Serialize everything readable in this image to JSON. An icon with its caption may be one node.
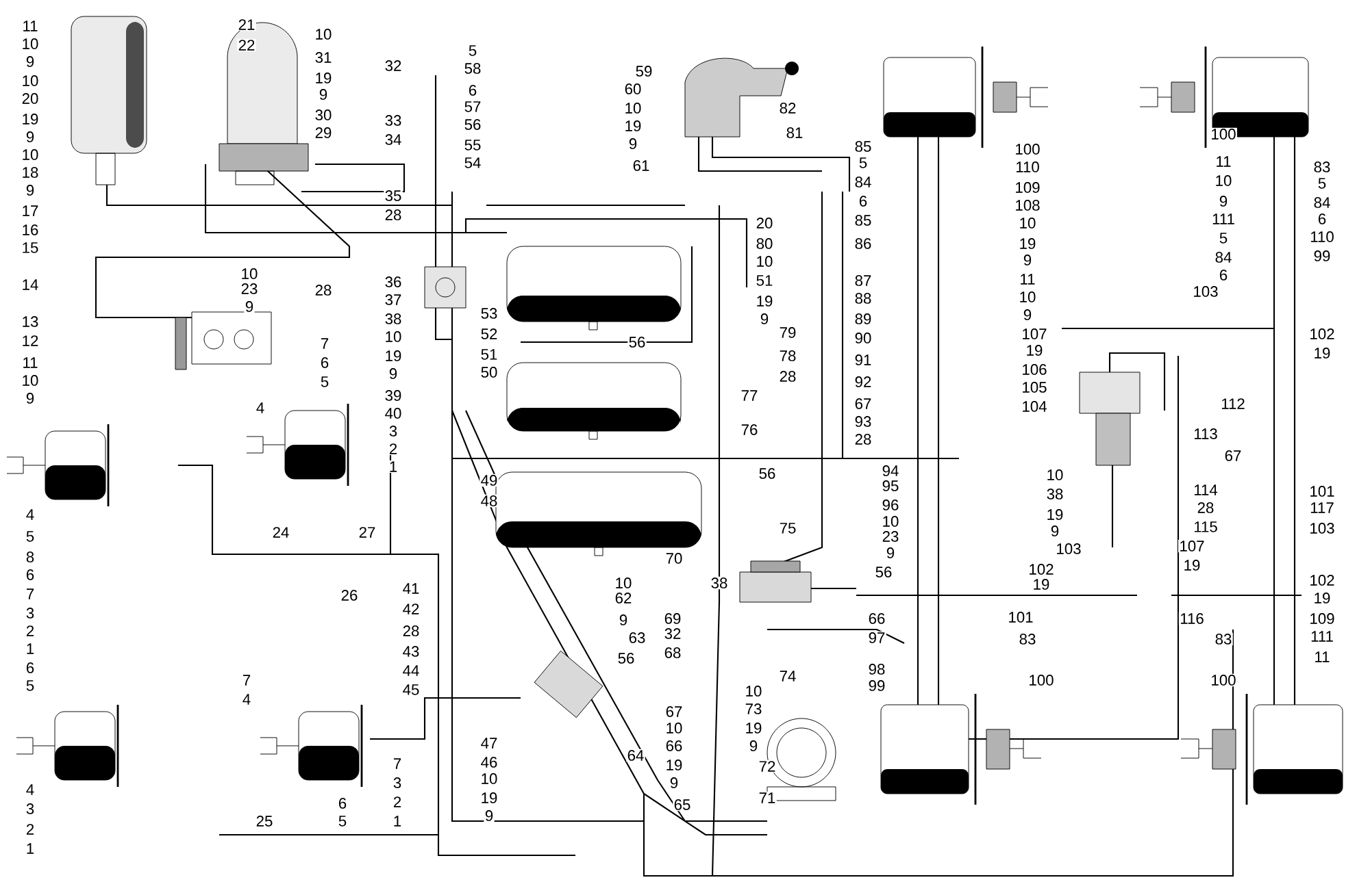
{
  "diagram": {
    "labels": [
      "11",
      "10",
      "9",
      "10",
      "20",
      "19",
      "9",
      "10",
      "18",
      "9",
      "17",
      "16",
      "15",
      "14",
      "13",
      "12",
      "11",
      "10",
      "9",
      "21",
      "22",
      "10",
      "31",
      "19",
      "9",
      "30",
      "29",
      "32",
      "33",
      "34",
      "35",
      "28",
      "36",
      "28",
      "10",
      "23",
      "9",
      "37",
      "38",
      "10",
      "19",
      "9",
      "39",
      "40",
      "3",
      "2",
      "1",
      "7",
      "6",
      "5",
      "4",
      "4",
      "5",
      "8",
      "6",
      "7",
      "3",
      "2",
      "1",
      "6",
      "5",
      "4",
      "3",
      "2",
      "1",
      "24",
      "27",
      "26",
      "41",
      "42",
      "28",
      "43",
      "44",
      "45",
      "7",
      "4",
      "7",
      "3",
      "2",
      "1",
      "6",
      "5",
      "25",
      "5",
      "58",
      "6",
      "57",
      "56",
      "55",
      "54",
      "59",
      "60",
      "10",
      "19",
      "9",
      "61",
      "82",
      "81",
      "20",
      "80",
      "10",
      "51",
      "19",
      "9",
      "53",
      "52",
      "51",
      "50",
      "56",
      "79",
      "78",
      "28",
      "77",
      "76",
      "56",
      "49",
      "48",
      "70",
      "75",
      "38",
      "10",
      "62",
      "9",
      "63",
      "69",
      "32",
      "68",
      "56",
      "67",
      "10",
      "66",
      "19",
      "9",
      "47",
      "46",
      "10",
      "19",
      "9",
      "64",
      "65",
      "72",
      "71",
      "74",
      "10",
      "73",
      "19",
      "9",
      "85",
      "86",
      "87",
      "88",
      "89",
      "90",
      "91",
      "92",
      "67",
      "93",
      "28",
      "94",
      "95",
      "96",
      "10",
      "23",
      "9",
      "56",
      "66",
      "97",
      "98",
      "99",
      "85",
      "5",
      "84",
      "6",
      "100",
      "110",
      "109",
      "108",
      "10",
      "19",
      "9",
      "11",
      "10",
      "9",
      "107",
      "19",
      "106",
      "105",
      "104",
      "100",
      "11",
      "10",
      "9",
      "111",
      "5",
      "84",
      "6",
      "83",
      "5",
      "84",
      "6",
      "110",
      "99",
      "103",
      "102",
      "19",
      "112",
      "113",
      "67",
      "10",
      "38",
      "19",
      "9",
      "114",
      "28",
      "115",
      "101",
      "117",
      "103",
      "107",
      "19",
      "103",
      "102",
      "19",
      "101",
      "83",
      "100",
      "116",
      "83",
      "100",
      "102",
      "19",
      "109",
      "111",
      "11"
    ]
  }
}
